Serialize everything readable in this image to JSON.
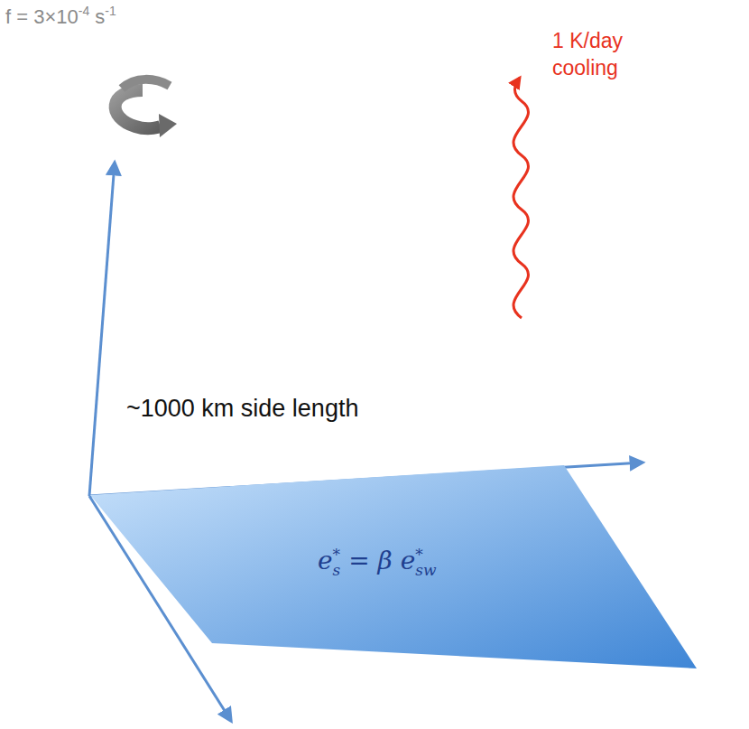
{
  "diagram": {
    "nodes": [
      {
        "text": [
          "e",
          "s",
          "*",
          " = β e",
          "sw",
          "*"
        ]
      }
    ],
    "labels": [
      "f = 3×10",
      "-4",
      " s",
      "-1",
      "1 K/day",
      "cooling",
      "~1000 km side length"
    ]
  }
}
